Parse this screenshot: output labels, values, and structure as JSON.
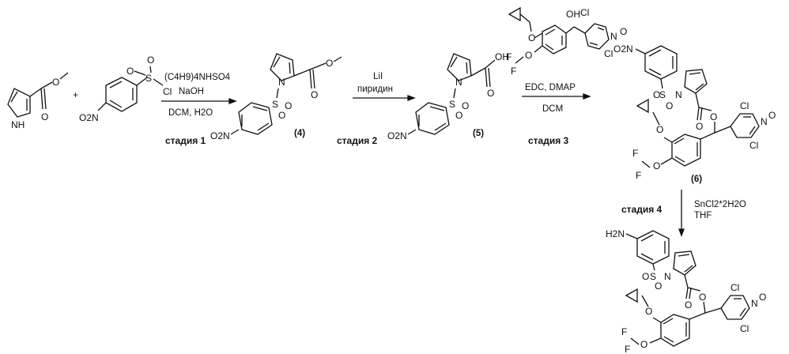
{
  "steps": [
    {
      "reagents": [
        "(C4H9)4NHSO4",
        "NaOH"
      ],
      "solvent": "DCM, H2O",
      "stage": "стадия 1"
    },
    {
      "reagents": [
        "LiI"
      ],
      "solvent": "пиридин",
      "stage": "стадия 2"
    },
    {
      "reagents": [
        "EDC, DMAP"
      ],
      "solvent": "DCM",
      "stage": "стадия 3"
    },
    {
      "reagents": [
        "SnCl2*2H2O"
      ],
      "solvent": "THF",
      "stage": "стадия 4"
    }
  ],
  "compound_labels": [
    "(4)",
    "(5)",
    "(6)"
  ],
  "atoms": {
    "NH": "NH",
    "O": "O",
    "Cl": "Cl",
    "S": "S",
    "N": "N",
    "F": "F",
    "OH": "OH",
    "O2N": "O2N",
    "H2N": "H2N",
    "N_oxide": "N",
    "O_minus": "O",
    "plus": "+"
  },
  "colors": {
    "ink": "#111111",
    "background": "#ffffff"
  }
}
